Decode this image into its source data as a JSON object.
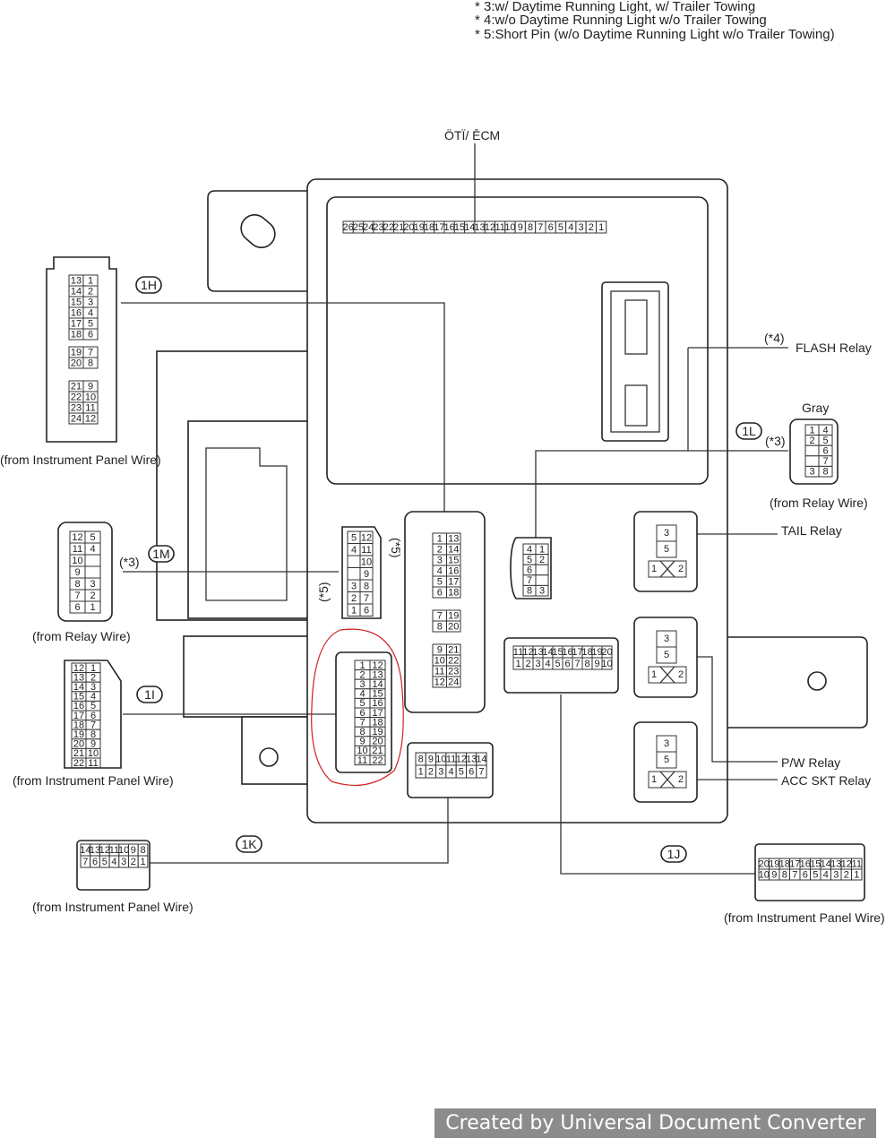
{
  "notes": [
    "* 3:w/ Daytime Running Light, w/ Trailer Towing",
    "* 4:w/o Daytime Running Light w/o Trailer Towing",
    "* 5:Short Pin (w/o Daytime Running Light w/o Trailer Towing)"
  ],
  "top_label": "ÖTÏ/ ĒCM",
  "connector_ids": {
    "h": "1H",
    "m": "1M",
    "i": "1I",
    "k": "1K",
    "j": "1J",
    "l": "1L"
  },
  "labels": {
    "from_ipw": "(from Instrument Panel Wire)",
    "from_relay": "(from Relay Wire)",
    "flash_relay": "FLASH Relay",
    "tail_relay": "TAIL Relay",
    "pw_relay": "P/W Relay",
    "acc_relay": "ACC SKT Relay",
    "gray": "Gray",
    "star3": "(*3)",
    "star4": "(*4)",
    "star5": "(*5)"
  },
  "connectors": {
    "c1H": {
      "rows": [
        [
          "13",
          "1"
        ],
        [
          "14",
          "2"
        ],
        [
          "15",
          "3"
        ],
        [
          "16",
          "4"
        ],
        [
          "17",
          "5"
        ],
        [
          "18",
          "6"
        ],
        [
          "19",
          "7"
        ],
        [
          "20",
          "8"
        ],
        [
          "21",
          "9"
        ],
        [
          "22",
          "10"
        ],
        [
          "23",
          "11"
        ],
        [
          "24",
          "12"
        ]
      ]
    },
    "c1M": {
      "rows": [
        [
          "12",
          "5"
        ],
        [
          "11",
          "4"
        ],
        [
          "10",
          ""
        ],
        [
          "9",
          ""
        ],
        [
          "8",
          "3"
        ],
        [
          "7",
          "2"
        ],
        [
          "6",
          "1"
        ]
      ]
    },
    "c1I": {
      "rows": [
        [
          "12",
          "1"
        ],
        [
          "13",
          "2"
        ],
        [
          "14",
          "3"
        ],
        [
          "15",
          "4"
        ],
        [
          "16",
          "5"
        ],
        [
          "17",
          "6"
        ],
        [
          "18",
          "7"
        ],
        [
          "19",
          "8"
        ],
        [
          "20",
          "9"
        ],
        [
          "21",
          "10"
        ],
        [
          "22",
          "11"
        ]
      ]
    },
    "c1K": {
      "rows": [
        [
          "14",
          "13",
          "12",
          "11",
          "10",
          "9",
          "8"
        ],
        [
          "7",
          "6",
          "5",
          "4",
          "3",
          "2",
          "1"
        ]
      ]
    },
    "c1J": {
      "rows": [
        [
          "20",
          "19",
          "18",
          "17",
          "16",
          "15",
          "14",
          "13",
          "12",
          "11"
        ],
        [
          "10",
          "9",
          "8",
          "7",
          "6",
          "5",
          "4",
          "3",
          "2",
          "1"
        ]
      ]
    },
    "gray": {
      "rows": [
        [
          "1",
          "4"
        ],
        [
          "2",
          "5"
        ],
        [
          "",
          "6"
        ],
        [
          "",
          "7"
        ],
        [
          "3",
          "8"
        ]
      ]
    },
    "top26": {
      "rows": [
        [
          "26",
          "25",
          "24",
          "23",
          "22",
          "21",
          "20",
          "19",
          "18",
          "17",
          "16",
          "15",
          "14",
          "13",
          "12",
          "11",
          "10",
          "9",
          "8",
          "7",
          "6",
          "5",
          "4",
          "3",
          "2",
          "1"
        ]
      ]
    },
    "jb12": {
      "rows": [
        [
          "5",
          "12"
        ],
        [
          "4",
          "11"
        ],
        [
          "",
          "10"
        ],
        [
          "",
          "9"
        ],
        [
          "3",
          "8"
        ],
        [
          "2",
          "7"
        ],
        [
          "1",
          "6"
        ]
      ]
    },
    "jb24a": {
      "rows": [
        [
          "1",
          "13"
        ],
        [
          "2",
          "14"
        ],
        [
          "3",
          "15"
        ],
        [
          "4",
          "16"
        ],
        [
          "5",
          "17"
        ],
        [
          "6",
          "18"
        ]
      ]
    },
    "jb24b": {
      "rows": [
        [
          "7",
          "19"
        ],
        [
          "8",
          "20"
        ]
      ]
    },
    "jb24c": {
      "rows": [
        [
          "9",
          "21"
        ],
        [
          "10",
          "22"
        ],
        [
          "11",
          "23"
        ],
        [
          "12",
          "24"
        ]
      ]
    },
    "jb22": {
      "rows": [
        [
          "1",
          "12"
        ],
        [
          "2",
          "13"
        ],
        [
          "3",
          "14"
        ],
        [
          "4",
          "15"
        ],
        [
          "5",
          "16"
        ],
        [
          "6",
          "17"
        ],
        [
          "7",
          "18"
        ],
        [
          "8",
          "19"
        ],
        [
          "9",
          "20"
        ],
        [
          "10",
          "21"
        ],
        [
          "11",
          "22"
        ]
      ]
    },
    "jb14": {
      "rows": [
        [
          "8",
          "9",
          "10",
          "11",
          "12",
          "13",
          "14"
        ],
        [
          "1",
          "2",
          "3",
          "4",
          "5",
          "6",
          "7"
        ]
      ]
    },
    "jb8": {
      "rows": [
        [
          "4",
          "1"
        ],
        [
          "5",
          "2"
        ],
        [
          "6",
          ""
        ],
        [
          "7",
          ""
        ],
        [
          "8",
          "3"
        ]
      ]
    },
    "jb20": {
      "rows": [
        [
          "11",
          "12",
          "13",
          "14",
          "15",
          "16",
          "17",
          "18",
          "19",
          "20"
        ],
        [
          "1",
          "2",
          "3",
          "4",
          "5",
          "6",
          "7",
          "8",
          "9",
          "10"
        ]
      ]
    },
    "relay": {
      "rows": [
        [
          "3"
        ],
        [
          "5"
        ],
        [
          "1",
          "2"
        ]
      ]
    }
  },
  "watermark": "Created by Universal Document Converter",
  "colors": {
    "ink": "#222222",
    "annotation": "#d02020",
    "watermark_bg": "#8c8c8c"
  }
}
